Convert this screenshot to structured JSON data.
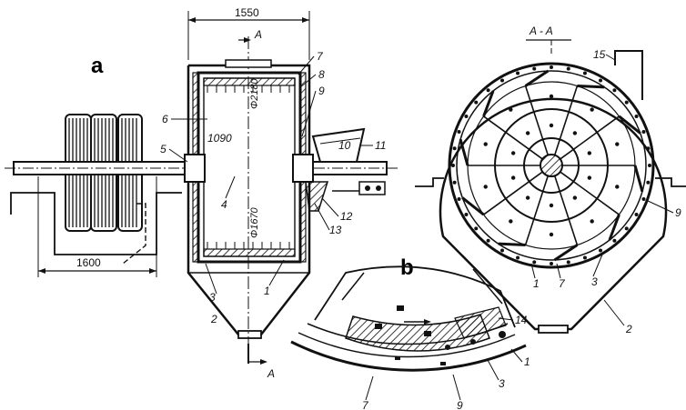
{
  "panels": {
    "a": "a",
    "b": "b",
    "section": "A - A"
  },
  "dimensions": {
    "width_top": "1550",
    "width_bottom": "1600",
    "inner_length": "1090",
    "dia_outer": "Φ2180",
    "dia_inner": "Φ1670"
  },
  "section_marks": {
    "top": "A",
    "bottom": "A"
  },
  "part_labels": {
    "p1": "1",
    "p2": "2",
    "p3": "3",
    "p4": "4",
    "p5": "5",
    "p6": "6",
    "p7": "7",
    "p8": "8",
    "p9": "9",
    "p10": "10",
    "p11": "11",
    "p12": "12",
    "p13": "13",
    "p14": "14",
    "p15": "15",
    "left_2": "2",
    "sec_1": "1",
    "sec_7": "7",
    "sec_3": "3",
    "sec_2": "2",
    "sec_9": "9",
    "b_1": "1",
    "b_3": "3",
    "b_7": "7",
    "b_9": "9",
    "b_14": "14"
  }
}
